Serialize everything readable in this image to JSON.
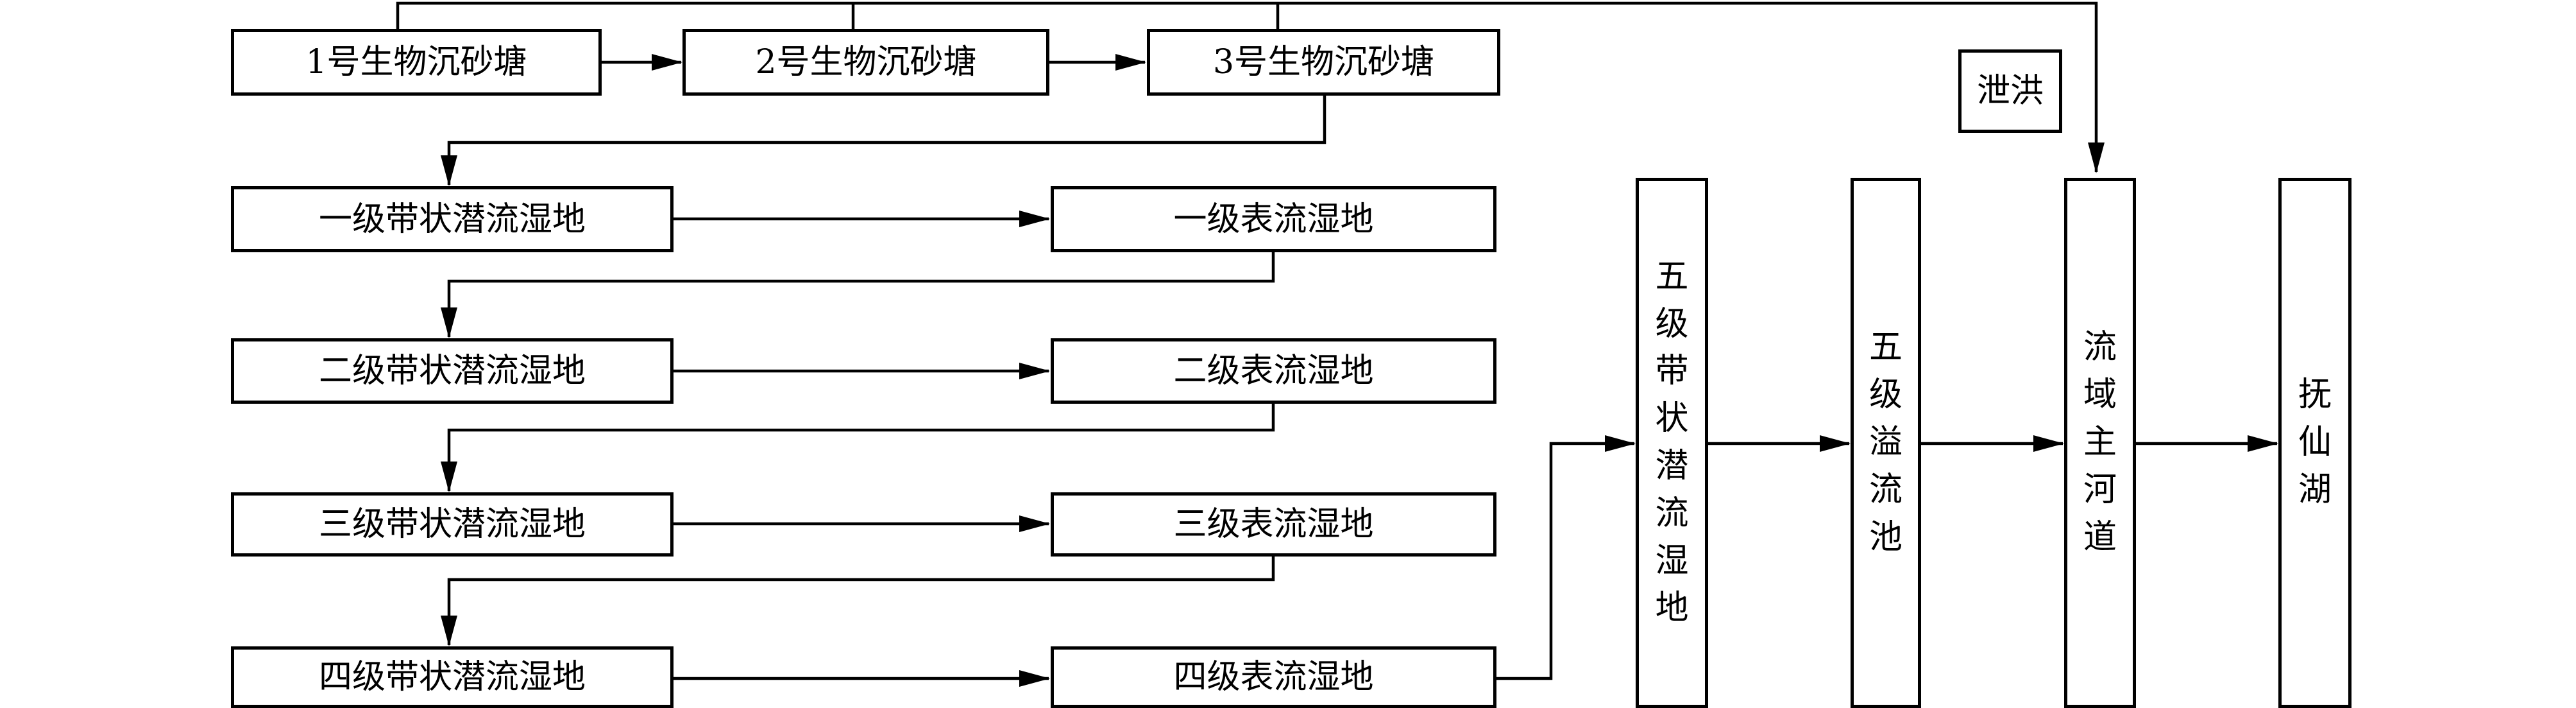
{
  "sand_ponds": [
    "1号生物沉砂塘",
    "2号生物沉砂塘",
    "3号生物沉砂塘"
  ],
  "subsurface_wetlands": [
    "一级带状潜流湿地",
    "二级带状潜流湿地",
    "三级带状潜流湿地",
    "四级带状潜流湿地"
  ],
  "surface_wetlands": [
    "一级表流湿地",
    "二级表流湿地",
    "三级表流湿地",
    "四级表流湿地"
  ],
  "stage5_wetland": "五级带状潜流湿地",
  "overflow_pond": "五级溢流池",
  "main_channel": "流域主河道",
  "flood_discharge": "泄洪",
  "lake": "抚仙湖"
}
